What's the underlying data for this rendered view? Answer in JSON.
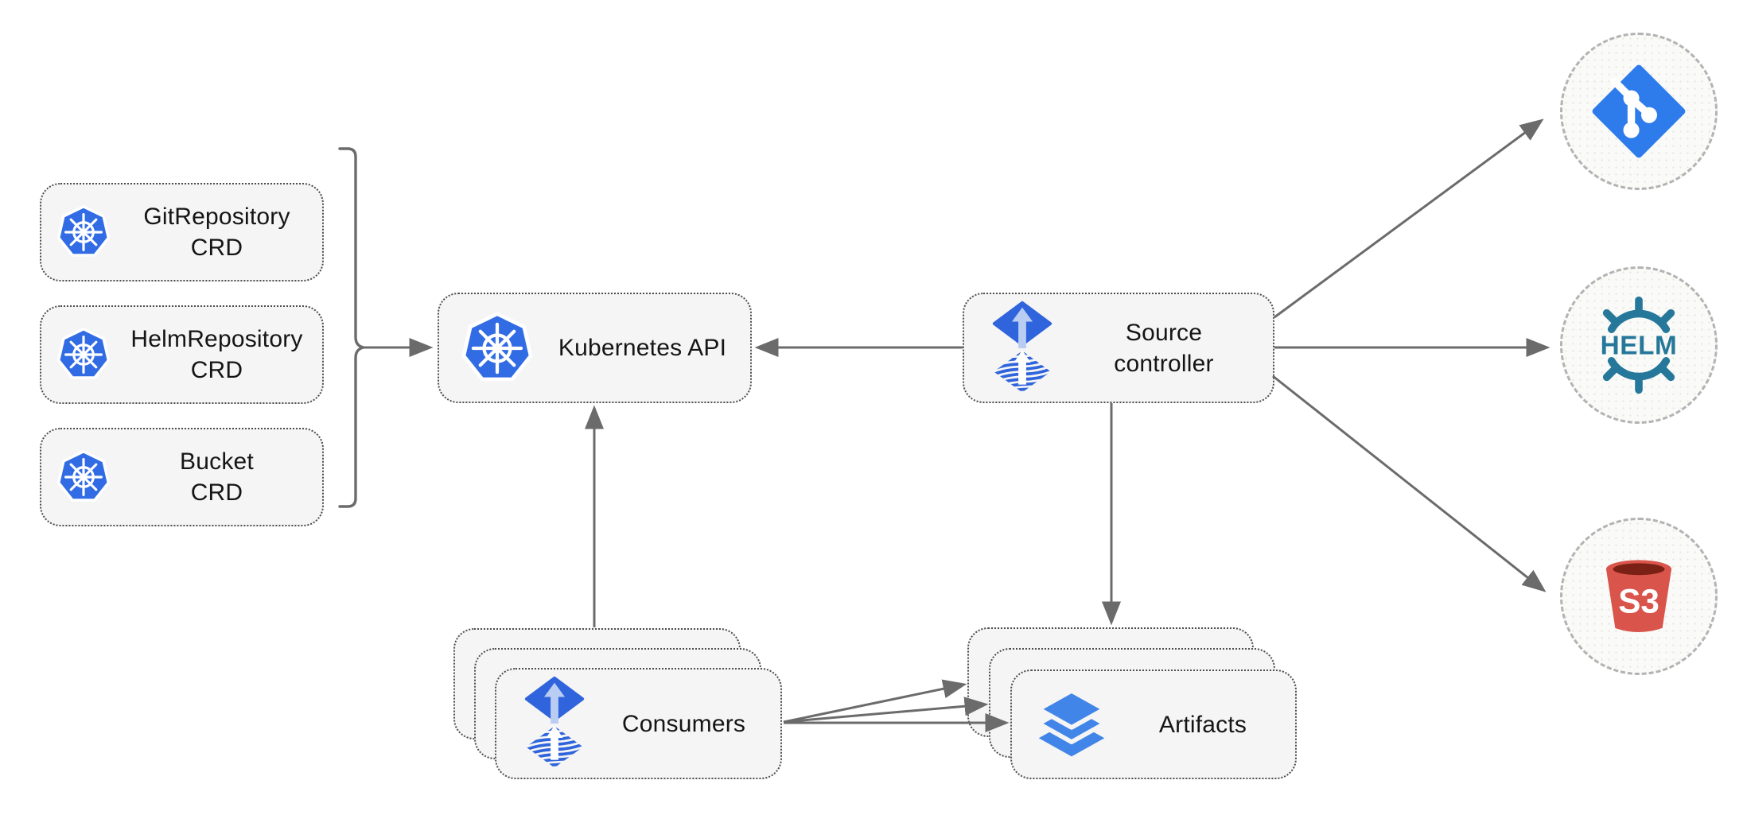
{
  "nodes": {
    "crds": [
      {
        "label": "GitRepository\nCRD"
      },
      {
        "label": "HelmRepository\nCRD"
      },
      {
        "label": "Bucket\nCRD"
      }
    ],
    "kubernetes_api": {
      "label": "Kubernetes API"
    },
    "source_controller": {
      "label": "Source\ncontroller"
    },
    "consumers": {
      "label": "Consumers"
    },
    "artifacts": {
      "label": "Artifacts"
    },
    "externals": {
      "git": {
        "name": "git"
      },
      "helm": {
        "label": "HELM"
      },
      "s3": {
        "label": "S3"
      }
    }
  },
  "colors": {
    "kubernetes_blue": "#326ce5",
    "flux_blue": "#3064dc",
    "flux_arrow_light": "#b9cdf3",
    "layers_blue": "#4285e8",
    "git_blue": "#2e7ceb",
    "helm_teal": "#26789b",
    "s3_red": "#d9544b",
    "s3_dark": "#7b2015",
    "edge_gray": "#6b6b6b",
    "node_fill": "#f5f5f5",
    "node_border": "#4d4d4d",
    "circle_border": "#b3b3b3",
    "text": "#151515"
  }
}
